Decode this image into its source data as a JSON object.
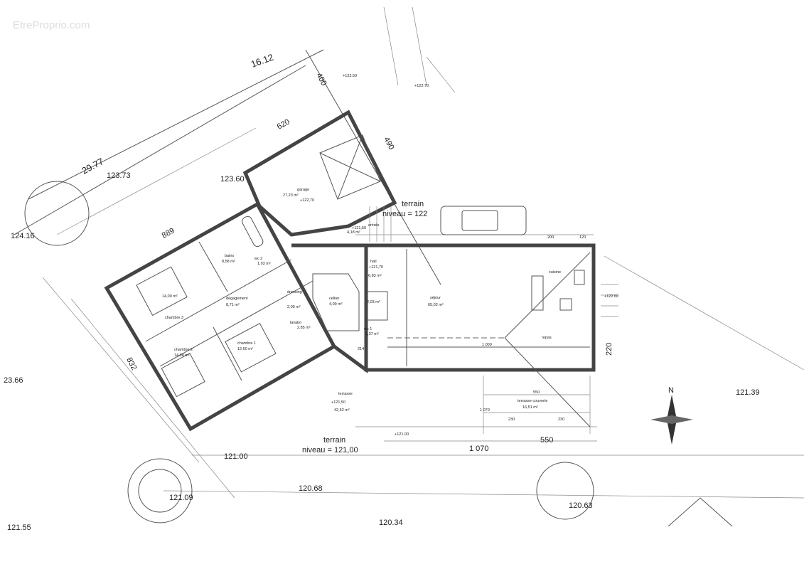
{
  "watermark": "EtreProprio.com",
  "site": {
    "lot_dims": {
      "d1612": "16.12",
      "d2977": "29.77",
      "d400": "400"
    },
    "levels": {
      "l12373": "123.73",
      "l12360": "123.60",
      "l12416": "124.16",
      "l2366": "23.66",
      "l12139": "121.39",
      "l12100": "121.00",
      "l12068": "120.68",
      "l12109": "121.09",
      "l12034": "120.34",
      "l12063": "120.63",
      "l12155": "121.55",
      "l12350": "+123.50",
      "l12270": "+122.70",
      "l12260": "+122.60",
      "l12100b": "+121.00"
    },
    "terrain_top": {
      "line1": "terrain",
      "line2": "niveau = 122"
    },
    "terrain_bottom": {
      "line1": "terrain",
      "line2": "niveau = 121,00"
    },
    "north": "N"
  },
  "dimensions": {
    "d889": "889",
    "d620": "620",
    "d490": "490",
    "d832": "832",
    "d1070": "1 070",
    "d550": "550",
    "d1000": "1 000",
    "d230a": "230",
    "d230b": "230",
    "d1070b": "1 070",
    "d550b": "550",
    "d220": "220",
    "d200": "200",
    "d120": "120",
    "d214": "214"
  },
  "rooms": [
    {
      "name": "garage",
      "area": "27,23 m²",
      "level": "+122,70"
    },
    {
      "name": "bains",
      "area": "8,58 m²"
    },
    {
      "name": "wc 2",
      "area": "1,93 m²"
    },
    {
      "name": "",
      "area": "14,00 m²"
    },
    {
      "name": "chambre 3",
      "area": ""
    },
    {
      "name": "dégagement",
      "area": "8,71 m²"
    },
    {
      "name": "dressing",
      "area": "2,09 m²"
    },
    {
      "name": "chambre 2",
      "area": "14,08 m²"
    },
    {
      "name": "chambre 1",
      "area": "12,60 m²"
    },
    {
      "name": "lavabo",
      "area": "2,85 m²"
    },
    {
      "name": "cellier",
      "area": "4,09 m²"
    },
    {
      "name": "hall",
      "area": "6,83 m²",
      "level": "+121,70"
    },
    {
      "name": "",
      "area": "2,03 m²"
    },
    {
      "name": "wc 1",
      "area": "2,37 m²"
    },
    {
      "name": "entrée",
      "area": "4,18 m²",
      "level": "+121,50"
    },
    {
      "name": "séjour",
      "area": "65,02 m²"
    },
    {
      "name": "cuisine",
      "area": ""
    },
    {
      "name": "repas",
      "area": ""
    },
    {
      "name": "terrasse",
      "area": "42,52 m²",
      "level": "+121,50"
    },
    {
      "name": "terrasse couverte",
      "area": "16,51 m²"
    }
  ]
}
